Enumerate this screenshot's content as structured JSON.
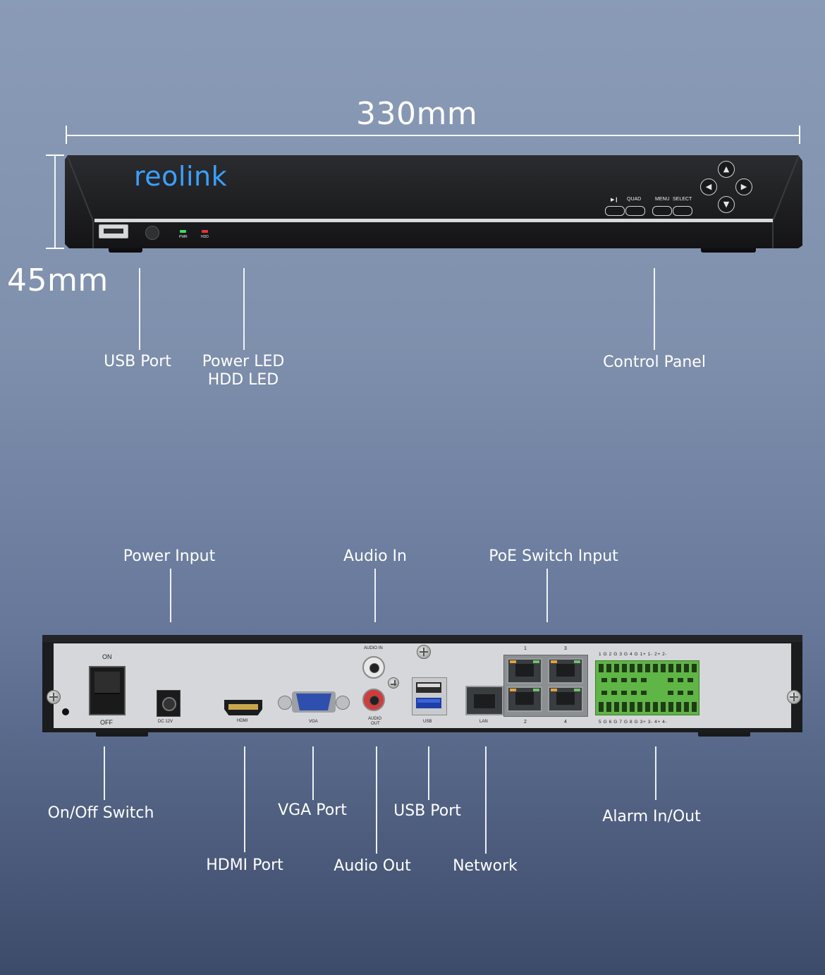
{
  "dimensions": {
    "width": "330mm",
    "height": "45mm"
  },
  "front": {
    "brand": "reolink",
    "button_labels": {
      "play_pause": "▶❙",
      "quad": "QUAD",
      "menu": "MENU",
      "select": "SELECT"
    },
    "led_labels": {
      "pwr": "PWR",
      "hdd": "HDD"
    },
    "callouts": {
      "usb_port": "USB Port",
      "power_led": "Power LED",
      "hdd_led": "HDD LED",
      "control_panel": "Control Panel"
    }
  },
  "rear": {
    "panel_labels": {
      "on": "ON",
      "off": "OFF",
      "dc": "DC 12V",
      "hdmi": "HDMI",
      "vga": "VGA",
      "audio_in": "AUDIO IN",
      "audio_out_1": "AUDIO",
      "audio_out_2": "OUT",
      "usb": "USB",
      "lan": "LAN",
      "poe_1": "1",
      "poe_2": "2",
      "poe_3": "3",
      "poe_4": "4",
      "alarm_top": "1 G 2 G 3 G 4 G 1+ 1- 2+ 2-",
      "alarm_bottom": "5 G 6 G 7 G 8 G 3+ 3- 4+ 4-"
    },
    "callouts": {
      "power_input": "Power Input",
      "audio_in": "Audio In",
      "poe_switch_input": "PoE Switch Input",
      "on_off_switch": "On/Off Switch",
      "hdmi_port": "HDMI Port",
      "vga_port": "VGA Port",
      "audio_out": "Audio Out",
      "usb_port": "USB Port",
      "network": "Network",
      "alarm_in_out": "Alarm In/Out"
    }
  },
  "colors": {
    "accent_brand": "#3aa0ff",
    "pwr_led": "#3ddc5a",
    "hdd_led": "#e53535",
    "terminal_green": "#5fb546"
  }
}
